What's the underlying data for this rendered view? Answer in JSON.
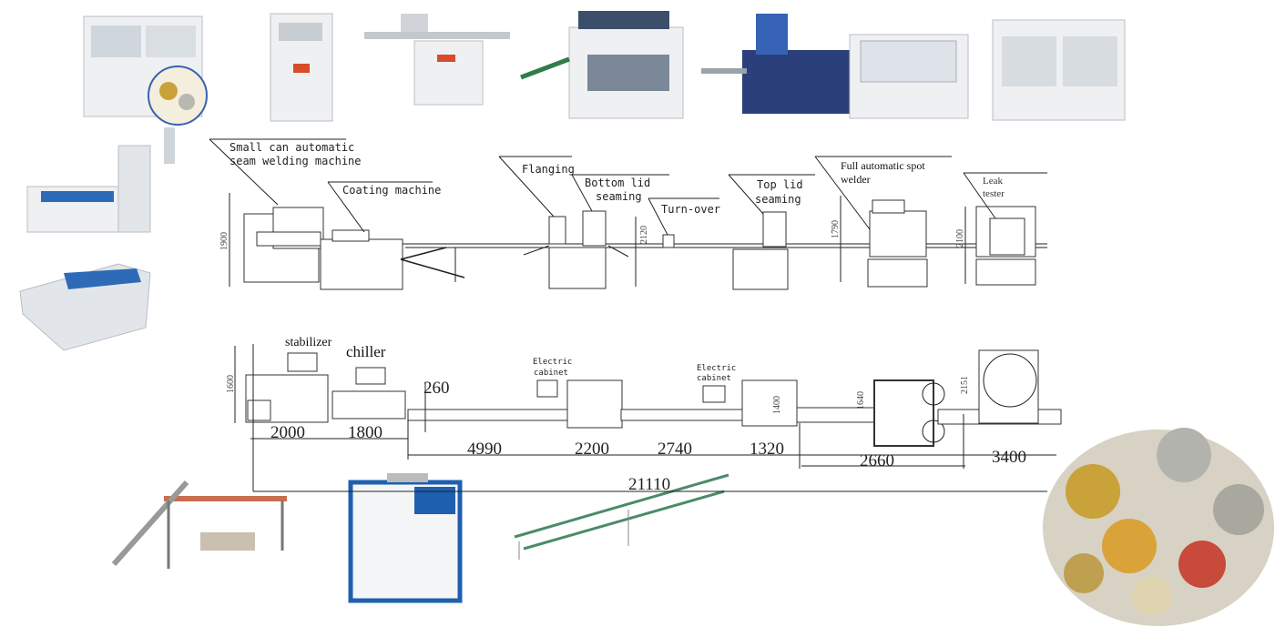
{
  "top_line": {
    "labels": {
      "seam_welder_1": "Small can automatic",
      "seam_welder_2": "seam welding machine",
      "coating": "Coating machine",
      "flanging": "Flanging",
      "bottom_lid_1": "Bottom lid",
      "bottom_lid_2": "seaming",
      "turn_over": "Turn-over",
      "top_lid_1": "Top lid",
      "top_lid_2": "seaming",
      "spot_welder_1": "Full automatic spot",
      "spot_welder_2": "welder",
      "leak_1": "Leak",
      "leak_2": "tester"
    },
    "heights": [
      "1900",
      "2120",
      "1790",
      "2100"
    ]
  },
  "plan_view": {
    "labels": {
      "stabilizer": "stabilizer",
      "chiller": "chiller",
      "cabinet1_1": "Electric",
      "cabinet1_2": "cabinet",
      "cabinet2_1": "Electric",
      "cabinet2_2": "cabinet"
    },
    "heights": [
      "1600",
      "260",
      "1400",
      "1640",
      "2151"
    ],
    "lengths": [
      "2000",
      "1800",
      "4990",
      "2200",
      "2740",
      "1320",
      "2660",
      "3400"
    ],
    "total_length": "21110"
  },
  "colors": {
    "line": "#222222",
    "chiller_blue": "#1f5fb0",
    "cans_gold": "#c9a23a"
  }
}
